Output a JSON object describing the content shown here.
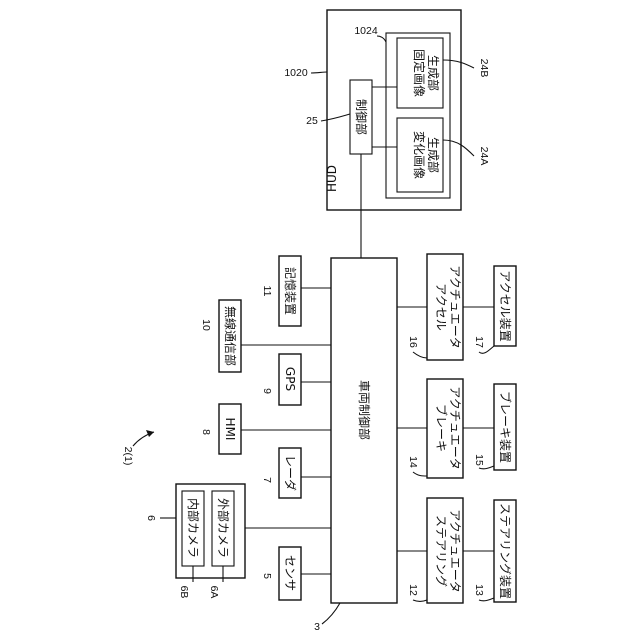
{
  "figure": {
    "ref": "2(1)",
    "vehicle_control": {
      "num": "3",
      "label": "車両制御部"
    },
    "sensor": {
      "num": "5",
      "label": "センサ"
    },
    "camera_group": {
      "num": "6",
      "inner": {
        "num": "6B",
        "label": "内部カメラ"
      },
      "outer": {
        "num": "6A",
        "label": "外部カメラ"
      }
    },
    "radar": {
      "num": "7",
      "label": "レーダ"
    },
    "hmi": {
      "num": "8",
      "label": "HMI"
    },
    "gps": {
      "num": "9",
      "label": "GPS"
    },
    "wireless": {
      "num": "10",
      "label": "無線通信部"
    },
    "storage": {
      "num": "11",
      "label": "記憶装置"
    },
    "steering_actuator": {
      "num": "12",
      "line1": "ステアリング",
      "line2": "アクチュエータ"
    },
    "steering_device": {
      "num": "13",
      "label": "ステアリング装置"
    },
    "brake_actuator": {
      "num": "14",
      "line1": "ブレーキ",
      "line2": "アクチュエータ"
    },
    "brake_device": {
      "num": "15",
      "label": "ブレーキ装置"
    },
    "accel_actuator": {
      "num": "16",
      "line1": "アクセル",
      "line2": "アクチュエータ"
    },
    "accel_device": {
      "num": "17",
      "label": "アクセル装置"
    },
    "hud": {
      "num": "1020",
      "label": "HUD",
      "controller": {
        "num": "25",
        "label": "制御部"
      },
      "generator_group": {
        "num": "1024"
      },
      "fixed_image": {
        "num": "24B",
        "line1": "固定画像",
        "line2": "生成部"
      },
      "variable_image": {
        "num": "24A",
        "line1": "変化画像",
        "line2": "生成部"
      }
    }
  }
}
